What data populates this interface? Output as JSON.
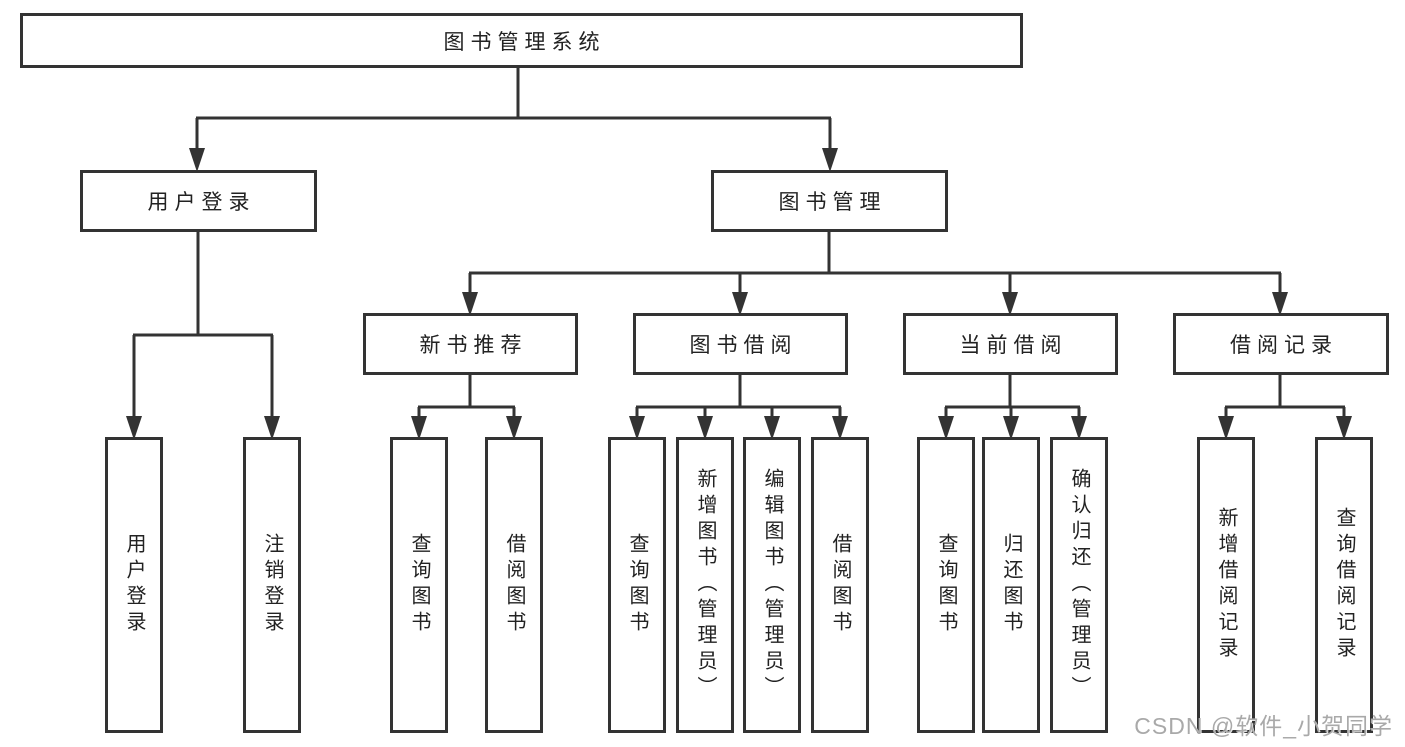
{
  "root": {
    "label": "图书管理系统"
  },
  "modules": [
    {
      "label": "用户登录"
    },
    {
      "label": "图书管理"
    }
  ],
  "submodules": [
    {
      "label": "新书推荐"
    },
    {
      "label": "图书借阅"
    },
    {
      "label": "当前借阅"
    },
    {
      "label": "借阅记录"
    }
  ],
  "functions": {
    "user_login": [
      "用户登录",
      "注销登录"
    ],
    "new_book": [
      "查询图书",
      "借阅图书"
    ],
    "book_borrow": [
      "查询图书",
      "新增图书（管理员）",
      "编辑图书（管理员）",
      "借阅图书"
    ],
    "current_borrow": [
      "查询图书",
      "归还图书",
      "确认归还（管理员）"
    ],
    "borrow_records": [
      "新增借阅记录",
      "查询借阅记录"
    ]
  },
  "watermark": "CSDN @软件_小贺同学",
  "colors": {
    "line": "#333333",
    "text": "#222222",
    "box_background": "#ffffff",
    "page_background": "#ffffff",
    "watermark": "#a9a9a9"
  }
}
